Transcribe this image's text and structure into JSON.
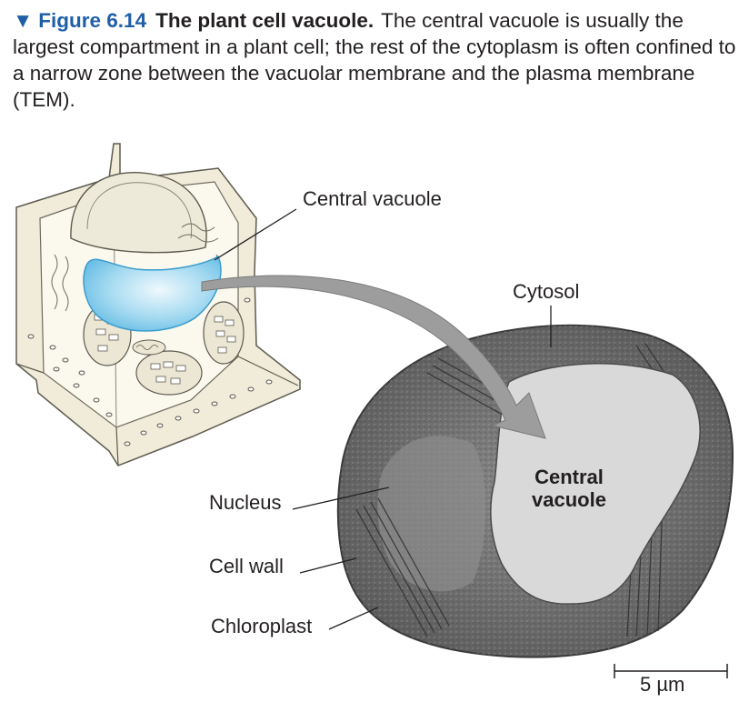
{
  "caption": {
    "marker": "▼",
    "figure_number": "Figure 6.14",
    "title": "The plant cell vacuole.",
    "text": "The central vacuole is usually the largest compartment in a plant cell; the rest of the cytoplasm is often confined to a narrow zone between the vacuolar membrane and the plasma membrane (TEM)."
  },
  "labels": {
    "central_vacuole_drawing": "Central vacuole",
    "cytosol": "Cytosol",
    "nucleus": "Nucleus",
    "cell_wall": "Cell wall",
    "chloroplast": "Chloroplast",
    "central_vacuole_micrograph_line1": "Central",
    "central_vacuole_micrograph_line2": "vacuole",
    "scale_bar": "5 µm"
  },
  "colors": {
    "figure_blue": "#1f5fa8",
    "vacuole_fill": "#8fd0ec",
    "arrow": "#9d9d9d",
    "micrograph_dark": "#5e5e5e",
    "micrograph_vacuole": "#d6d6d6"
  }
}
